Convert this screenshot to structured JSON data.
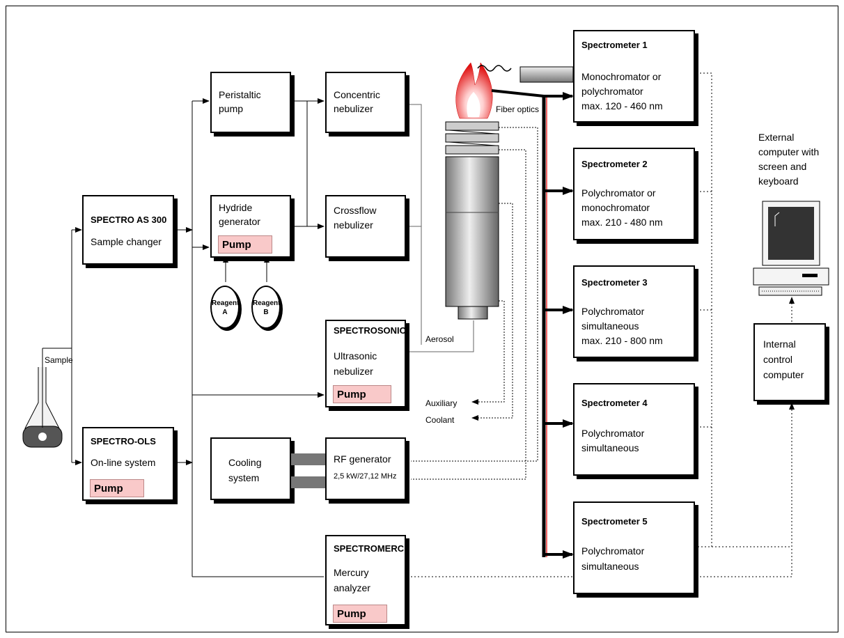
{
  "input": {
    "sample": "Sample"
  },
  "sampler": {
    "title": "SPECTRO AS 300",
    "subtitle": "Sample changer"
  },
  "ols": {
    "title": "SPECTRO-OLS",
    "subtitle": "On-line system",
    "pump": "Pump"
  },
  "peristaltic": {
    "line1": "Peristaltic",
    "line2": "pump"
  },
  "hydride": {
    "line1": "Hydride",
    "line2": "generator",
    "pump": "Pump"
  },
  "reagents": {
    "a1": "Reagent",
    "a2": "A",
    "b1": "Reagent",
    "b2": "B"
  },
  "concentric": {
    "line1": "Concentric",
    "line2": "nebulizer"
  },
  "crossflow": {
    "line1": "Crossflow",
    "line2": "nebulizer"
  },
  "spectrosonic": {
    "title": "SPECTROSONIC",
    "line1": "Ultrasonic",
    "line2": "nebulizer",
    "pump": "Pump"
  },
  "aerosol": "Aerosol",
  "gases": {
    "auxiliary": "Auxiliary",
    "coolant": "Coolant"
  },
  "cooling": {
    "line1": "Cooling",
    "line2": "system"
  },
  "rf": {
    "line1": "RF generator",
    "line2": "2,5 kW/27,12 MHz"
  },
  "spectromerc": {
    "title": "SPECTROMERC",
    "line1": "Mercury",
    "line2": "analyzer",
    "pump": "Pump"
  },
  "fiber_optics": "Fiber optics",
  "spectrometers": [
    {
      "title": "Spectrometer 1",
      "line1": "Monochromator or",
      "line2": "polychromator",
      "line3": "max. 120 - 460 nm"
    },
    {
      "title": "Spectrometer 2",
      "line1": "Polychromator or",
      "line2": "monochromator",
      "line3": "max. 210 - 480 nm"
    },
    {
      "title": "Spectrometer 3",
      "line1": "Polychromator",
      "line2": "simultaneous",
      "line3": "max. 210 - 800 nm"
    },
    {
      "title": "Spectrometer 4",
      "line1": "Polychromator",
      "line2": "simultaneous"
    },
    {
      "title": "Spectrometer 5",
      "line1": "Polychromator",
      "line2": "simultaneous"
    }
  ],
  "external_computer": {
    "line1": "External",
    "line2": "computer with",
    "line3": "screen and",
    "line4": "keyboard"
  },
  "internal_computer": {
    "line1": "Internal",
    "line2": "control",
    "line3": "computer"
  }
}
